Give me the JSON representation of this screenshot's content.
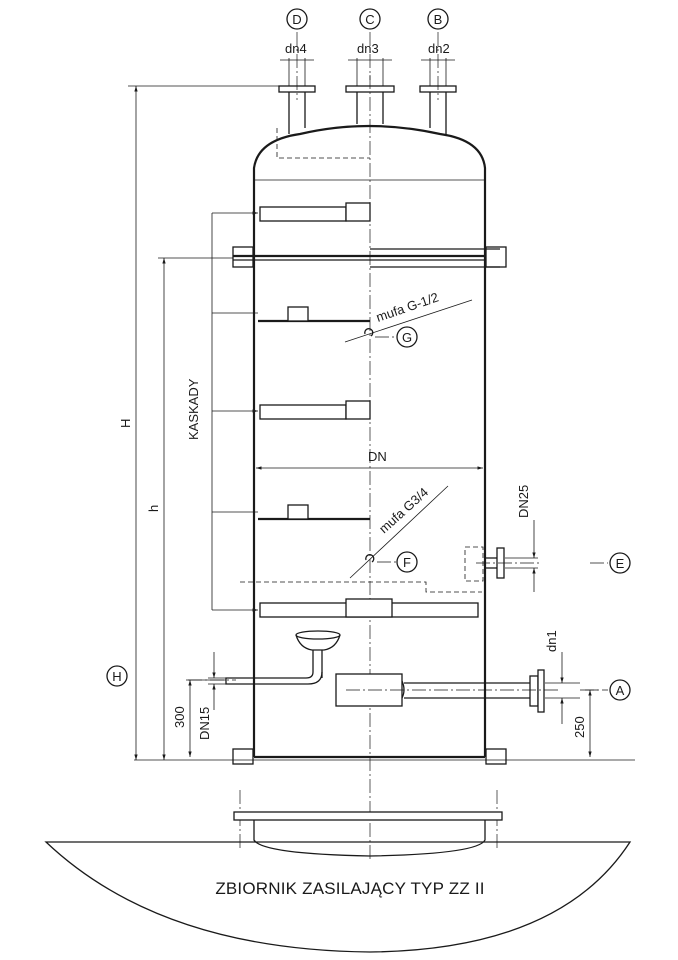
{
  "title": "ZBIORNIK ZASILAJĄCY TYP ZZ II",
  "callouts": {
    "A": "A",
    "B": "B",
    "C": "C",
    "D": "D",
    "E": "E",
    "F": "F",
    "G": "G",
    "H": "H"
  },
  "nozzles": {
    "dn2": "dn2",
    "dn3": "dn3",
    "dn4": "dn4",
    "dn1": "dn1",
    "dn25": "DN25",
    "dn15": "DN15"
  },
  "dimensions": {
    "overall_height": "H",
    "height": "h",
    "diameter": "DN",
    "h300": "300",
    "h250": "250"
  },
  "labels": {
    "cascades": "KASKADY",
    "socket_g": "mufa G-1/2",
    "socket_f": "mufa G3/4"
  }
}
